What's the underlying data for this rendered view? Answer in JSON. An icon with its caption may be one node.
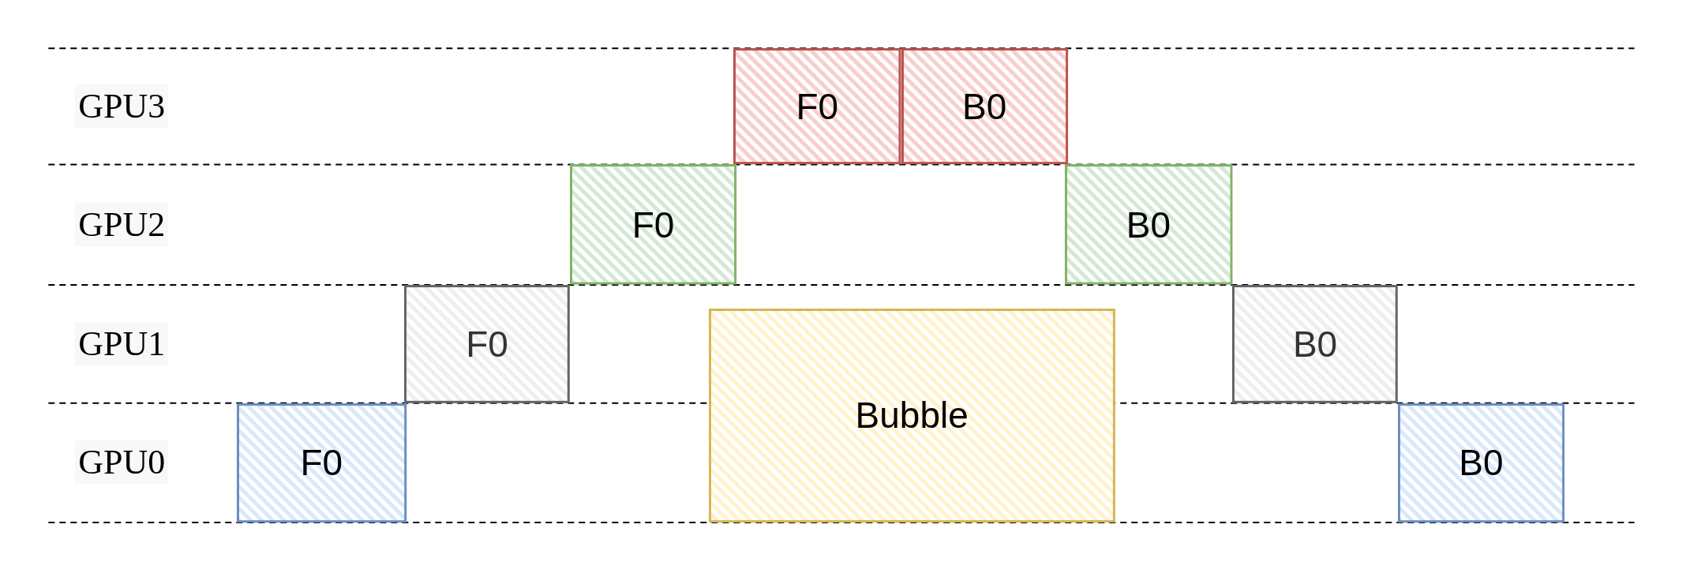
{
  "diagram": {
    "nodes": [
      {
        "text": [
          "F0"
        ]
      },
      {
        "text": [
          "B0"
        ]
      },
      {
        "text": [
          "F0"
        ]
      },
      {
        "text": [
          "B0"
        ]
      },
      {
        "text": [
          "F0"
        ]
      },
      {
        "text": [
          "B0"
        ]
      },
      {
        "text": [
          "Bubble"
        ]
      },
      {
        "text": [
          "F0"
        ]
      },
      {
        "text": [
          "B0"
        ]
      }
    ],
    "labels": [
      "GPU3",
      "GPU2",
      "GPU1",
      "GPU0"
    ]
  }
}
